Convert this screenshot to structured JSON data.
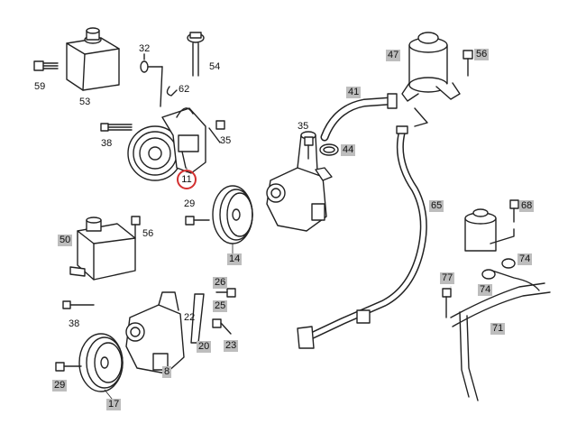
{
  "diagram": {
    "callouts": {
      "c59": "59",
      "c53": "53",
      "c32": "32",
      "c62": "62",
      "c54": "54",
      "c47": "47",
      "c56a": "56",
      "c41": "41",
      "c38a": "38",
      "c35a": "35",
      "c35b": "35",
      "c44": "44",
      "c11": "11",
      "c29a": "29",
      "c65": "65",
      "c68": "68",
      "c50": "50",
      "c56b": "56",
      "c14": "14",
      "c74a": "74",
      "c74b": "74",
      "c77": "77",
      "c26": "26",
      "c25": "25",
      "c38b": "38",
      "c71": "71",
      "c22": "22",
      "c20": "20",
      "c23": "23",
      "c8": "8",
      "c29b": "29",
      "c17": "17"
    },
    "highlight_color": "#d32f2f",
    "label_box_color": "#bdbdbd"
  }
}
